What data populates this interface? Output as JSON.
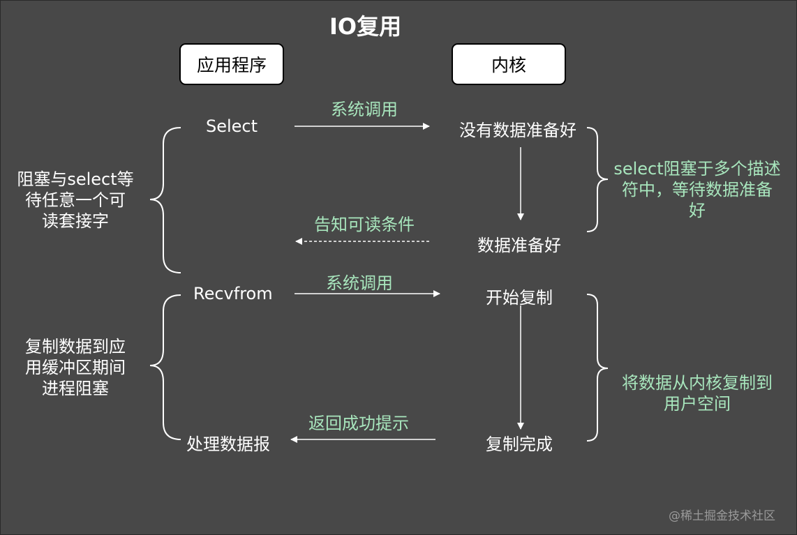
{
  "title": "IO复用",
  "headers": {
    "app": "应用程序",
    "kernel": "内核"
  },
  "app_steps": {
    "select": "Select",
    "recvfrom": "Recvfrom",
    "process": "处理数据报"
  },
  "kernel_steps": {
    "not_ready": "没有数据准备好",
    "ready": "数据准备好",
    "copy_start": "开始复制",
    "copy_done": "复制完成"
  },
  "calls": {
    "syscall1": "系统调用",
    "notify": "告知可读条件",
    "syscall2": "系统调用",
    "return_ok": "返回成功提示"
  },
  "left_notes": {
    "block1": [
      "阻塞与select等",
      "待任意一个可",
      "读套接字"
    ],
    "block2": [
      "复制数据到应",
      "用缓冲区期间",
      "进程阻塞"
    ]
  },
  "right_notes": {
    "block1": [
      "select阻塞于多个描述",
      "符中，等待数据准备",
      "好"
    ],
    "block2": [
      "将数据从内核复制到",
      "用户空间"
    ]
  },
  "watermark": "@稀土掘金技术社区",
  "colors": {
    "background": "#484848",
    "accent_green": "#a8e6bd",
    "text": "#ffffff"
  }
}
